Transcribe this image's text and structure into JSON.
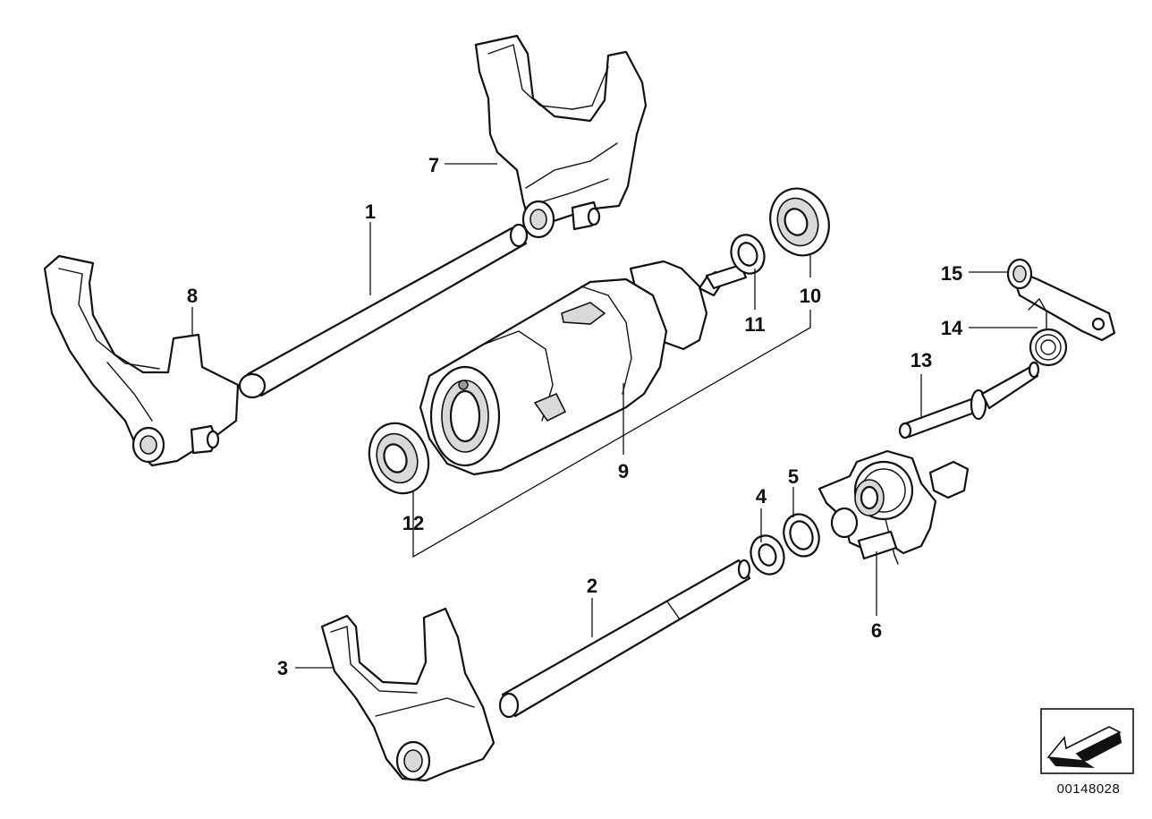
{
  "diagram": {
    "callouts": [
      "1",
      "2",
      "3",
      "4",
      "5",
      "6",
      "7",
      "8",
      "9",
      "10",
      "11",
      "12",
      "13",
      "14",
      "15"
    ],
    "document_number": "00148028"
  },
  "colors": {
    "line": "#111111",
    "background": "#ffffff",
    "shade": "#d9d9d9"
  }
}
